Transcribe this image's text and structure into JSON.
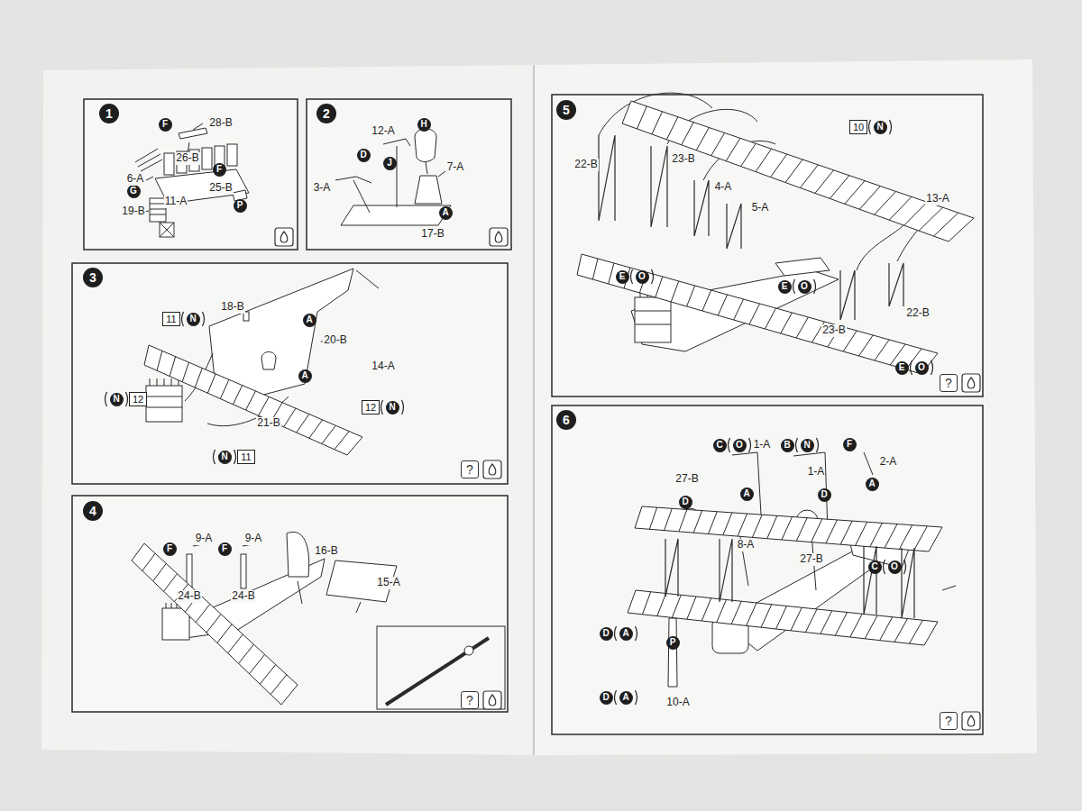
{
  "diagram": {
    "nodes": [
      {
        "text": [
          "1"
        ]
      },
      {
        "text": [
          "F"
        ]
      },
      {
        "text": [
          "F"
        ]
      },
      {
        "text": [
          "G"
        ]
      },
      {
        "text": [
          "P"
        ]
      },
      {
        "text": [
          "2"
        ]
      },
      {
        "text": [
          "H"
        ]
      },
      {
        "text": [
          "D"
        ]
      },
      {
        "text": [
          "J"
        ]
      },
      {
        "text": [
          "A"
        ]
      },
      {
        "text": [
          "3"
        ]
      },
      {
        "text": [
          "11"
        ]
      },
      {
        "text": [
          "N"
        ]
      },
      {
        "text": [
          "A"
        ]
      },
      {
        "text": [
          "A"
        ]
      },
      {
        "text": [
          "N"
        ]
      },
      {
        "text": [
          "12"
        ]
      },
      {
        "text": [
          "12"
        ]
      },
      {
        "text": [
          "N"
        ]
      },
      {
        "text": [
          "N"
        ]
      },
      {
        "text": [
          "11"
        ]
      },
      {
        "text": [
          "?"
        ]
      },
      {
        "text": [
          "4"
        ]
      },
      {
        "text": [
          "F"
        ]
      },
      {
        "text": [
          "F"
        ]
      },
      {
        "text": [
          "?"
        ]
      },
      {
        "text": [
          "5"
        ]
      },
      {
        "text": [
          "10"
        ]
      },
      {
        "text": [
          "N"
        ]
      },
      {
        "text": [
          "E"
        ]
      },
      {
        "text": [
          "O"
        ]
      },
      {
        "text": [
          "E"
        ]
      },
      {
        "text": [
          "O"
        ]
      },
      {
        "text": [
          "E"
        ]
      },
      {
        "text": [
          "O"
        ]
      },
      {
        "text": [
          "?"
        ]
      },
      {
        "text": [
          "6"
        ]
      },
      {
        "text": [
          "C"
        ]
      },
      {
        "text": [
          "O"
        ]
      },
      {
        "text": [
          "B"
        ]
      },
      {
        "text": [
          "N"
        ]
      },
      {
        "text": [
          "F"
        ]
      },
      {
        "text": [
          "D"
        ]
      },
      {
        "text": [
          "A"
        ]
      },
      {
        "text": [
          "A"
        ]
      },
      {
        "text": [
          "D"
        ]
      },
      {
        "text": [
          "C"
        ]
      },
      {
        "text": [
          "O"
        ]
      },
      {
        "text": [
          "D"
        ]
      },
      {
        "text": [
          "A"
        ]
      },
      {
        "text": [
          "P"
        ]
      },
      {
        "text": [
          "D"
        ]
      },
      {
        "text": [
          "A"
        ]
      },
      {
        "text": [
          "?"
        ]
      }
    ],
    "labels": [
      "28-B",
      "26-B",
      "6-A",
      "11-A",
      "25-B",
      "19-B",
      "12-A",
      "7-A",
      "3-A",
      "17-B",
      "18-B",
      "20-B",
      "14-A",
      "21-B",
      "9-A",
      "9-A",
      "24-B",
      "24-B",
      "16-B",
      "15-A",
      "22-B",
      "23-B",
      "4-A",
      "5-A",
      "13-A",
      "23-B",
      "22-B",
      "1-A",
      "1-A",
      "2-A",
      "27-B",
      "8-A",
      "27-B",
      "10-A"
    ]
  }
}
